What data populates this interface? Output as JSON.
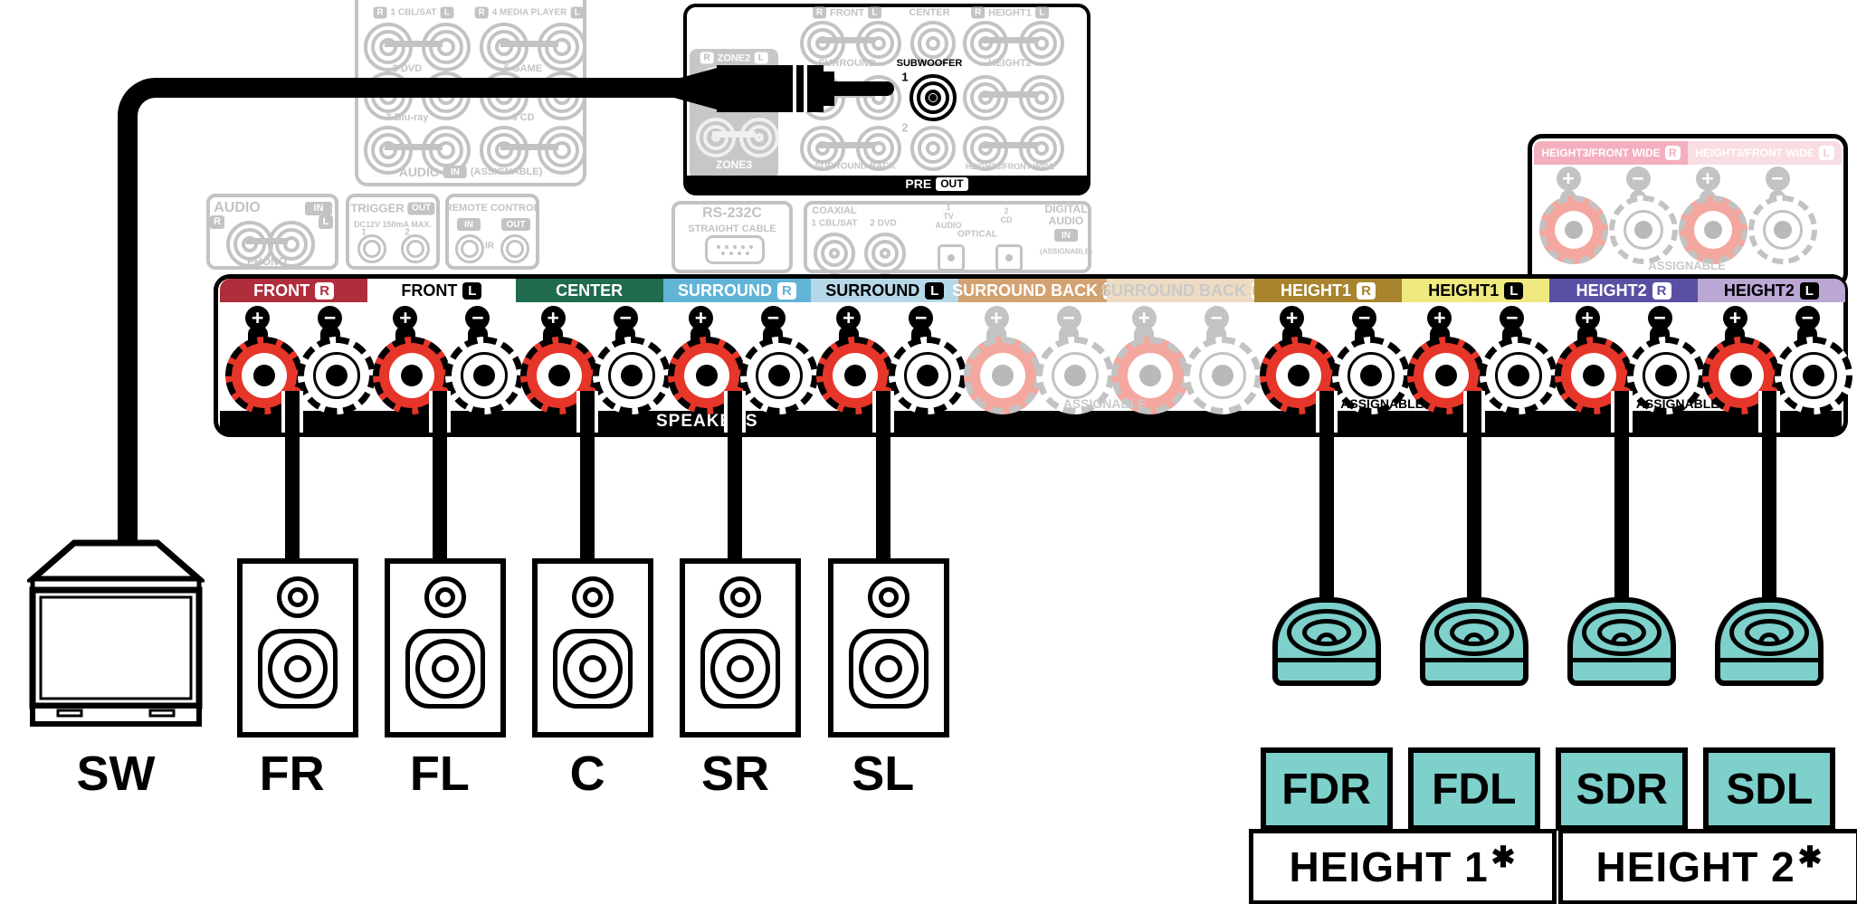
{
  "colors": {
    "faded": "#c3c3c3",
    "faded_text": "#c9c9c9",
    "teal": "#7ed0cb",
    "post_red": "#e63529",
    "post_red_faded": "#f4a79e",
    "zone_gray": "#c7c7c7"
  },
  "analog_in": {
    "col1_badge_r": "R",
    "col1_title": "1 CBL/SAT",
    "col1_badge_l": "L",
    "col2_badge_r": "R",
    "col2_title": "4 MEDIA PLAYER",
    "col2_badge_l": "L",
    "row2_col1": "2 DVD",
    "row2_col2": "5 GAME",
    "row3_col1": "3 Blu-ray",
    "row3_col2": "6 CD",
    "footer_audio": "AUDIO",
    "footer_in": "IN",
    "footer_assignable": "(ASSIGNABLE)"
  },
  "pre_out": {
    "front_r": "R",
    "front": "FRONT",
    "front_l": "L",
    "center": "CENTER",
    "height1_r": "R",
    "height1": "HEIGHT1",
    "height1_l": "L",
    "surround": "SURROUND",
    "subwoofer": "SUBWOOFER",
    "sub1": "1",
    "sub2": "2",
    "height2": "HEIGHT2",
    "zone2_r": "R",
    "zone2": "ZONE2",
    "zone2_l": "L",
    "zone3": "ZONE3",
    "surround_back": "SURROUND BACK",
    "height3_front_wide": "HEIGHT3/FRONT WIDE",
    "pre": "PRE",
    "out": "OUT"
  },
  "audio_phono": {
    "title": "AUDIO",
    "in": "IN",
    "r": "R",
    "l": "L",
    "phono": "PHONO"
  },
  "trigger_out": {
    "title": "TRIGGER",
    "out": "OUT",
    "spec": "DC12V 150mA MAX.",
    "jack1": "1",
    "jack2": "2"
  },
  "remote_control": {
    "title": "REMOTE CONTROL",
    "in": "IN",
    "out": "OUT",
    "ir": "IR"
  },
  "rs232": {
    "title": "RS-232C",
    "subtitle": "STRAIGHT CABLE"
  },
  "digital_audio": {
    "coaxial": "COAXIAL",
    "coax1": "1 CBL/SAT",
    "coax2": "2 DVD",
    "opt1_num": "1",
    "opt1_a": "TV",
    "opt1_b": "AUDIO",
    "optical": "OPTICAL",
    "opt2_num": "2",
    "opt2": "CD",
    "digital": "DIGITAL",
    "audio": "AUDIO",
    "in": "IN",
    "assignable": "(ASSIGNABLE)"
  },
  "speaker_terminals": {
    "plus": "+",
    "minus": "−",
    "speakers_label": "SPEAKERS",
    "assignable_surround_back": "ASSIGNABLE",
    "assignable_height1": "ASSIGNABLE",
    "assignable_height2": "ASSIGNABLE",
    "segments": [
      {
        "name": "FRONT",
        "badge": "R",
        "bg": "#b02d3c",
        "fg": "#ffffff",
        "badge_bg": "#ffffff",
        "badge_fg": "#b02d3c",
        "faded": false
      },
      {
        "name": "FRONT",
        "badge": "L",
        "bg": "#ffffff",
        "fg": "#000000",
        "badge_bg": "#000000",
        "badge_fg": "#ffffff",
        "faded": false
      },
      {
        "name": "CENTER",
        "badge": "",
        "bg": "#206a4e",
        "fg": "#ffffff",
        "badge_bg": "",
        "badge_fg": "",
        "faded": false
      },
      {
        "name": "SURROUND",
        "badge": "R",
        "bg": "#62b4d6",
        "fg": "#ffffff",
        "badge_bg": "#ffffff",
        "badge_fg": "#62b4d6",
        "faded": false
      },
      {
        "name": "SURROUND",
        "badge": "L",
        "bg": "#b5d8e8",
        "fg": "#000000",
        "badge_bg": "#000000",
        "badge_fg": "#ffffff",
        "faded": false
      },
      {
        "name": "SURROUND BACK",
        "badge": "R",
        "bg": "#d2a273",
        "fg": "#ffffff",
        "badge_bg": "#ffffff",
        "badge_fg": "#d2a273",
        "faded": true
      },
      {
        "name": "SURROUND BACK",
        "badge": "L",
        "bg": "#eedcc2",
        "fg": "#c9c9c9",
        "badge_bg": "#ffffff",
        "badge_fg": "#d8c5a2",
        "faded": true
      },
      {
        "name": "HEIGHT1",
        "badge": "R",
        "bg": "#a8842f",
        "fg": "#ffffff",
        "badge_bg": "#ffffff",
        "badge_fg": "#a8842f",
        "faded": false
      },
      {
        "name": "HEIGHT1",
        "badge": "L",
        "bg": "#efe97f",
        "fg": "#000000",
        "badge_bg": "#000000",
        "badge_fg": "#ffffff",
        "faded": false
      },
      {
        "name": "HEIGHT2",
        "badge": "R",
        "bg": "#5a50a3",
        "fg": "#ffffff",
        "badge_bg": "#ffffff",
        "badge_fg": "#5a50a3",
        "faded": false
      },
      {
        "name": "HEIGHT2",
        "badge": "L",
        "bg": "#baa7d4",
        "fg": "#000000",
        "badge_bg": "#000000",
        "badge_fg": "#ffffff",
        "faded": false
      }
    ]
  },
  "height3_panel": {
    "r_label": "HEIGHT3/FRONT WIDE",
    "r_badge": "R",
    "l_label": "HEIGHT3/FRONT WIDE",
    "l_badge": "L",
    "r_bg": "#f4afbe",
    "l_bg": "#f9dde3",
    "assignable": "ASSIGNABLE",
    "plus": "+",
    "minus": "−"
  },
  "speakers": {
    "floor": [
      {
        "label": "SW"
      },
      {
        "label": "FR"
      },
      {
        "label": "FL"
      },
      {
        "label": "C"
      },
      {
        "label": "SR"
      },
      {
        "label": "SL"
      }
    ],
    "height": [
      {
        "label": "FDR"
      },
      {
        "label": "FDL"
      },
      {
        "label": "SDR"
      },
      {
        "label": "SDL"
      }
    ],
    "group1_label": "HEIGHT 1",
    "group2_label": "HEIGHT 2",
    "asterisk": "✱"
  }
}
